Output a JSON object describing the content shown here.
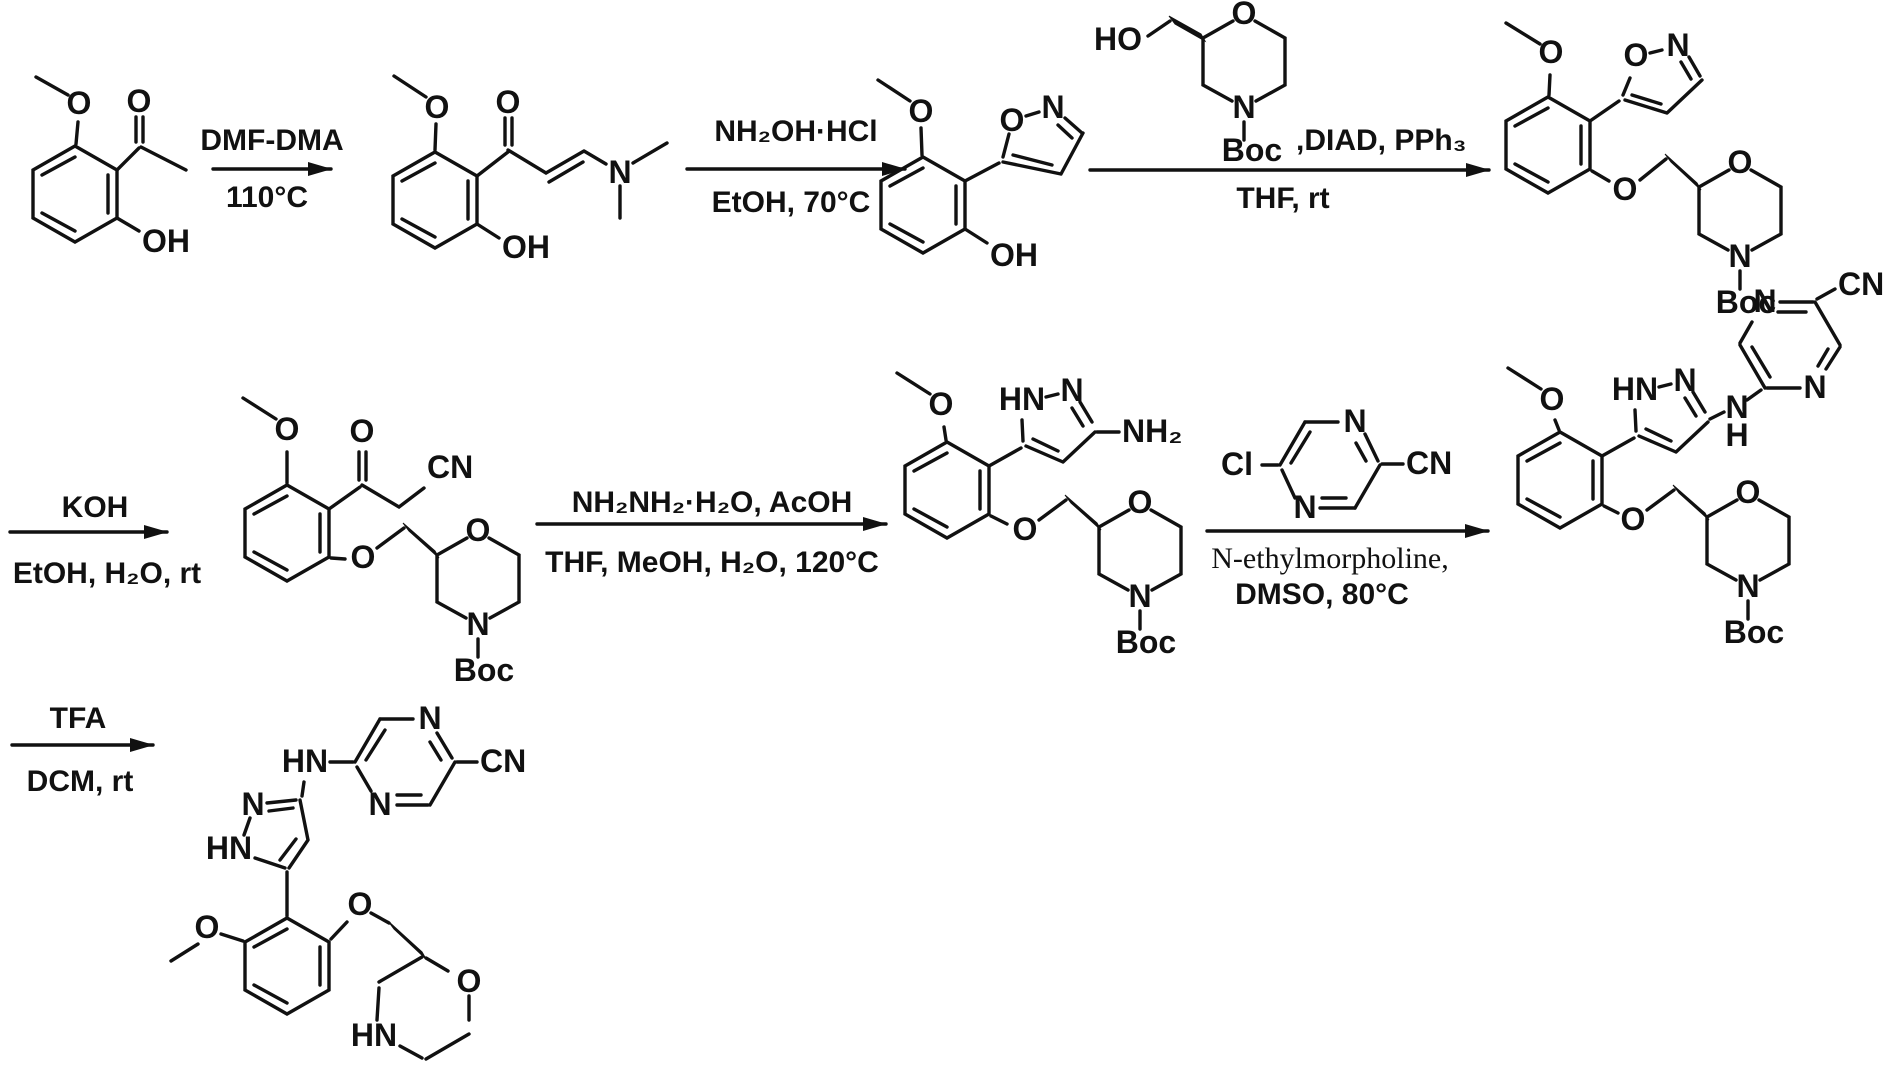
{
  "diagram_type": "chemical-reaction-scheme",
  "conditions": {
    "step1": {
      "above": "DMF-DMA",
      "below": "110°C"
    },
    "step2": {
      "above": "NH₂OH·HCl",
      "below": "EtOH, 70°C"
    },
    "step3": {
      "reagent_suffix": ",DIAD, PPh₃",
      "below": "THF, rt"
    },
    "step4": {
      "above": "KOH",
      "below": "EtOH, H₂O, rt"
    },
    "step5": {
      "above": "NH₂NH₂·H₂O, AcOH",
      "below": "THF, MeOH, H₂O, 120°C"
    },
    "step6": {
      "below_line1": "N-ethylmorpholine,",
      "below_line2": "DMSO, 80°C"
    },
    "step7": {
      "above": "TFA",
      "below": "DCM, rt"
    }
  },
  "atom_labels": {
    "O": "O",
    "OH": "OH",
    "HO": "HO",
    "N": "N",
    "H": "H",
    "HN": "HN",
    "NH2": "NH₂",
    "CN": "CN",
    "Cl": "Cl",
    "Boc": "Boc"
  },
  "colors": {
    "ink": "#111111",
    "background": "#ffffff"
  }
}
